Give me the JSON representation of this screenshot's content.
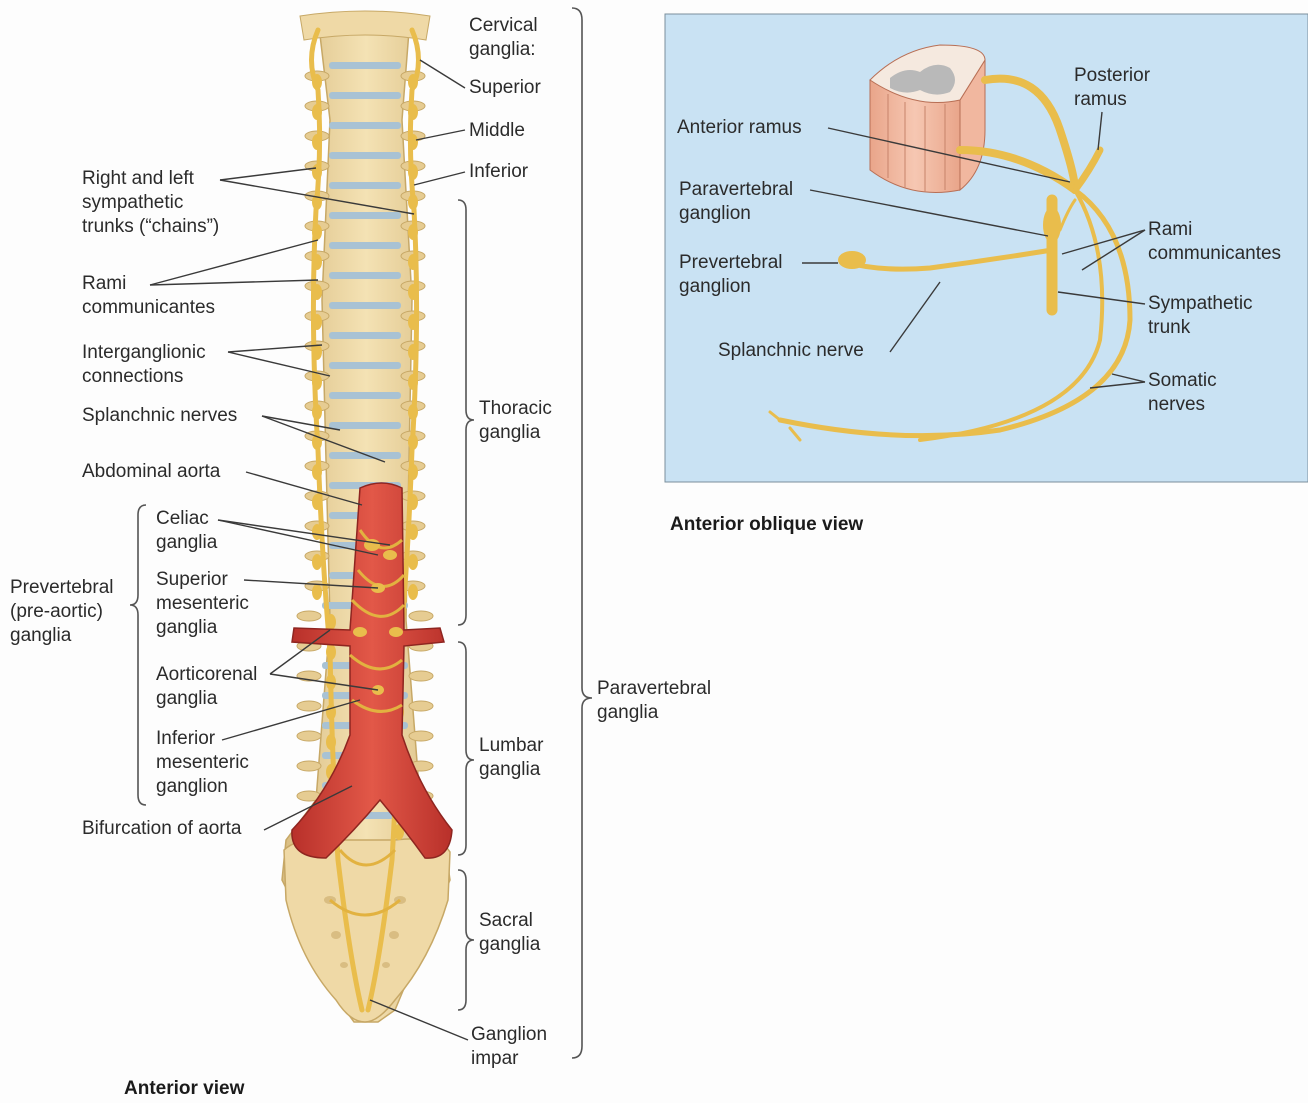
{
  "figure": {
    "captions": {
      "anterior_view": "Anterior view",
      "anterior_oblique_view": "Anterior oblique view"
    },
    "colors": {
      "bone": "#efd9a6",
      "bone_shadow": "#d9bd82",
      "nerve": "#e9bd4c",
      "aorta": "#d8453a",
      "disc": "#a8c2d4",
      "inset_bg": "#c9e2f3",
      "spinal_cord_segments": "#efb59b"
    },
    "anterior_view_labels": {
      "cervical_ganglia": "Cervical\nganglia:",
      "superior": "Superior",
      "middle": "Middle",
      "inferior": "Inferior",
      "right_left_trunks": "Right and left\nsympathetic\ntrunks (“chains”)",
      "rami_communicantes": "Rami\ncommunicantes",
      "interganglionic": "Interganglionic\nconnections",
      "splanchnic_nerves": "Splanchnic nerves",
      "abdominal_aorta": "Abdominal aorta",
      "celiac_ganglia": "Celiac\nganglia",
      "superior_mesenteric": "Superior\nmesenteric\nganglia",
      "prevertebral_group": "Prevertebral\n(pre-aortic)\nganglia",
      "aorticorenal": "Aorticorenal\nganglia",
      "inferior_mesenteric": "Inferior\nmesenteric\nganglion",
      "bifurcation": "Bifurcation of aorta",
      "thoracic_ganglia": "Thoracic\nganglia",
      "lumbar_ganglia": "Lumbar\nganglia",
      "sacral_ganglia": "Sacral\nganglia",
      "ganglion_impar": "Ganglion\nimpar",
      "paravertebral_ganglia": "Paravertebral\nganglia"
    },
    "oblique_view_labels": {
      "posterior_ramus": "Posterior\nramus",
      "anterior_ramus": "Anterior ramus",
      "paravertebral_ganglion": "Paravertebral\nganglion",
      "prevertebral_ganglion": "Prevertebral\nganglion",
      "splanchnic_nerve": "Splanchnic nerve",
      "rami_communicantes": "Rami\ncommunicantes",
      "sympathetic_trunk": "Sympathetic\ntrunk",
      "somatic_nerves": "Somatic\nnerves"
    }
  }
}
